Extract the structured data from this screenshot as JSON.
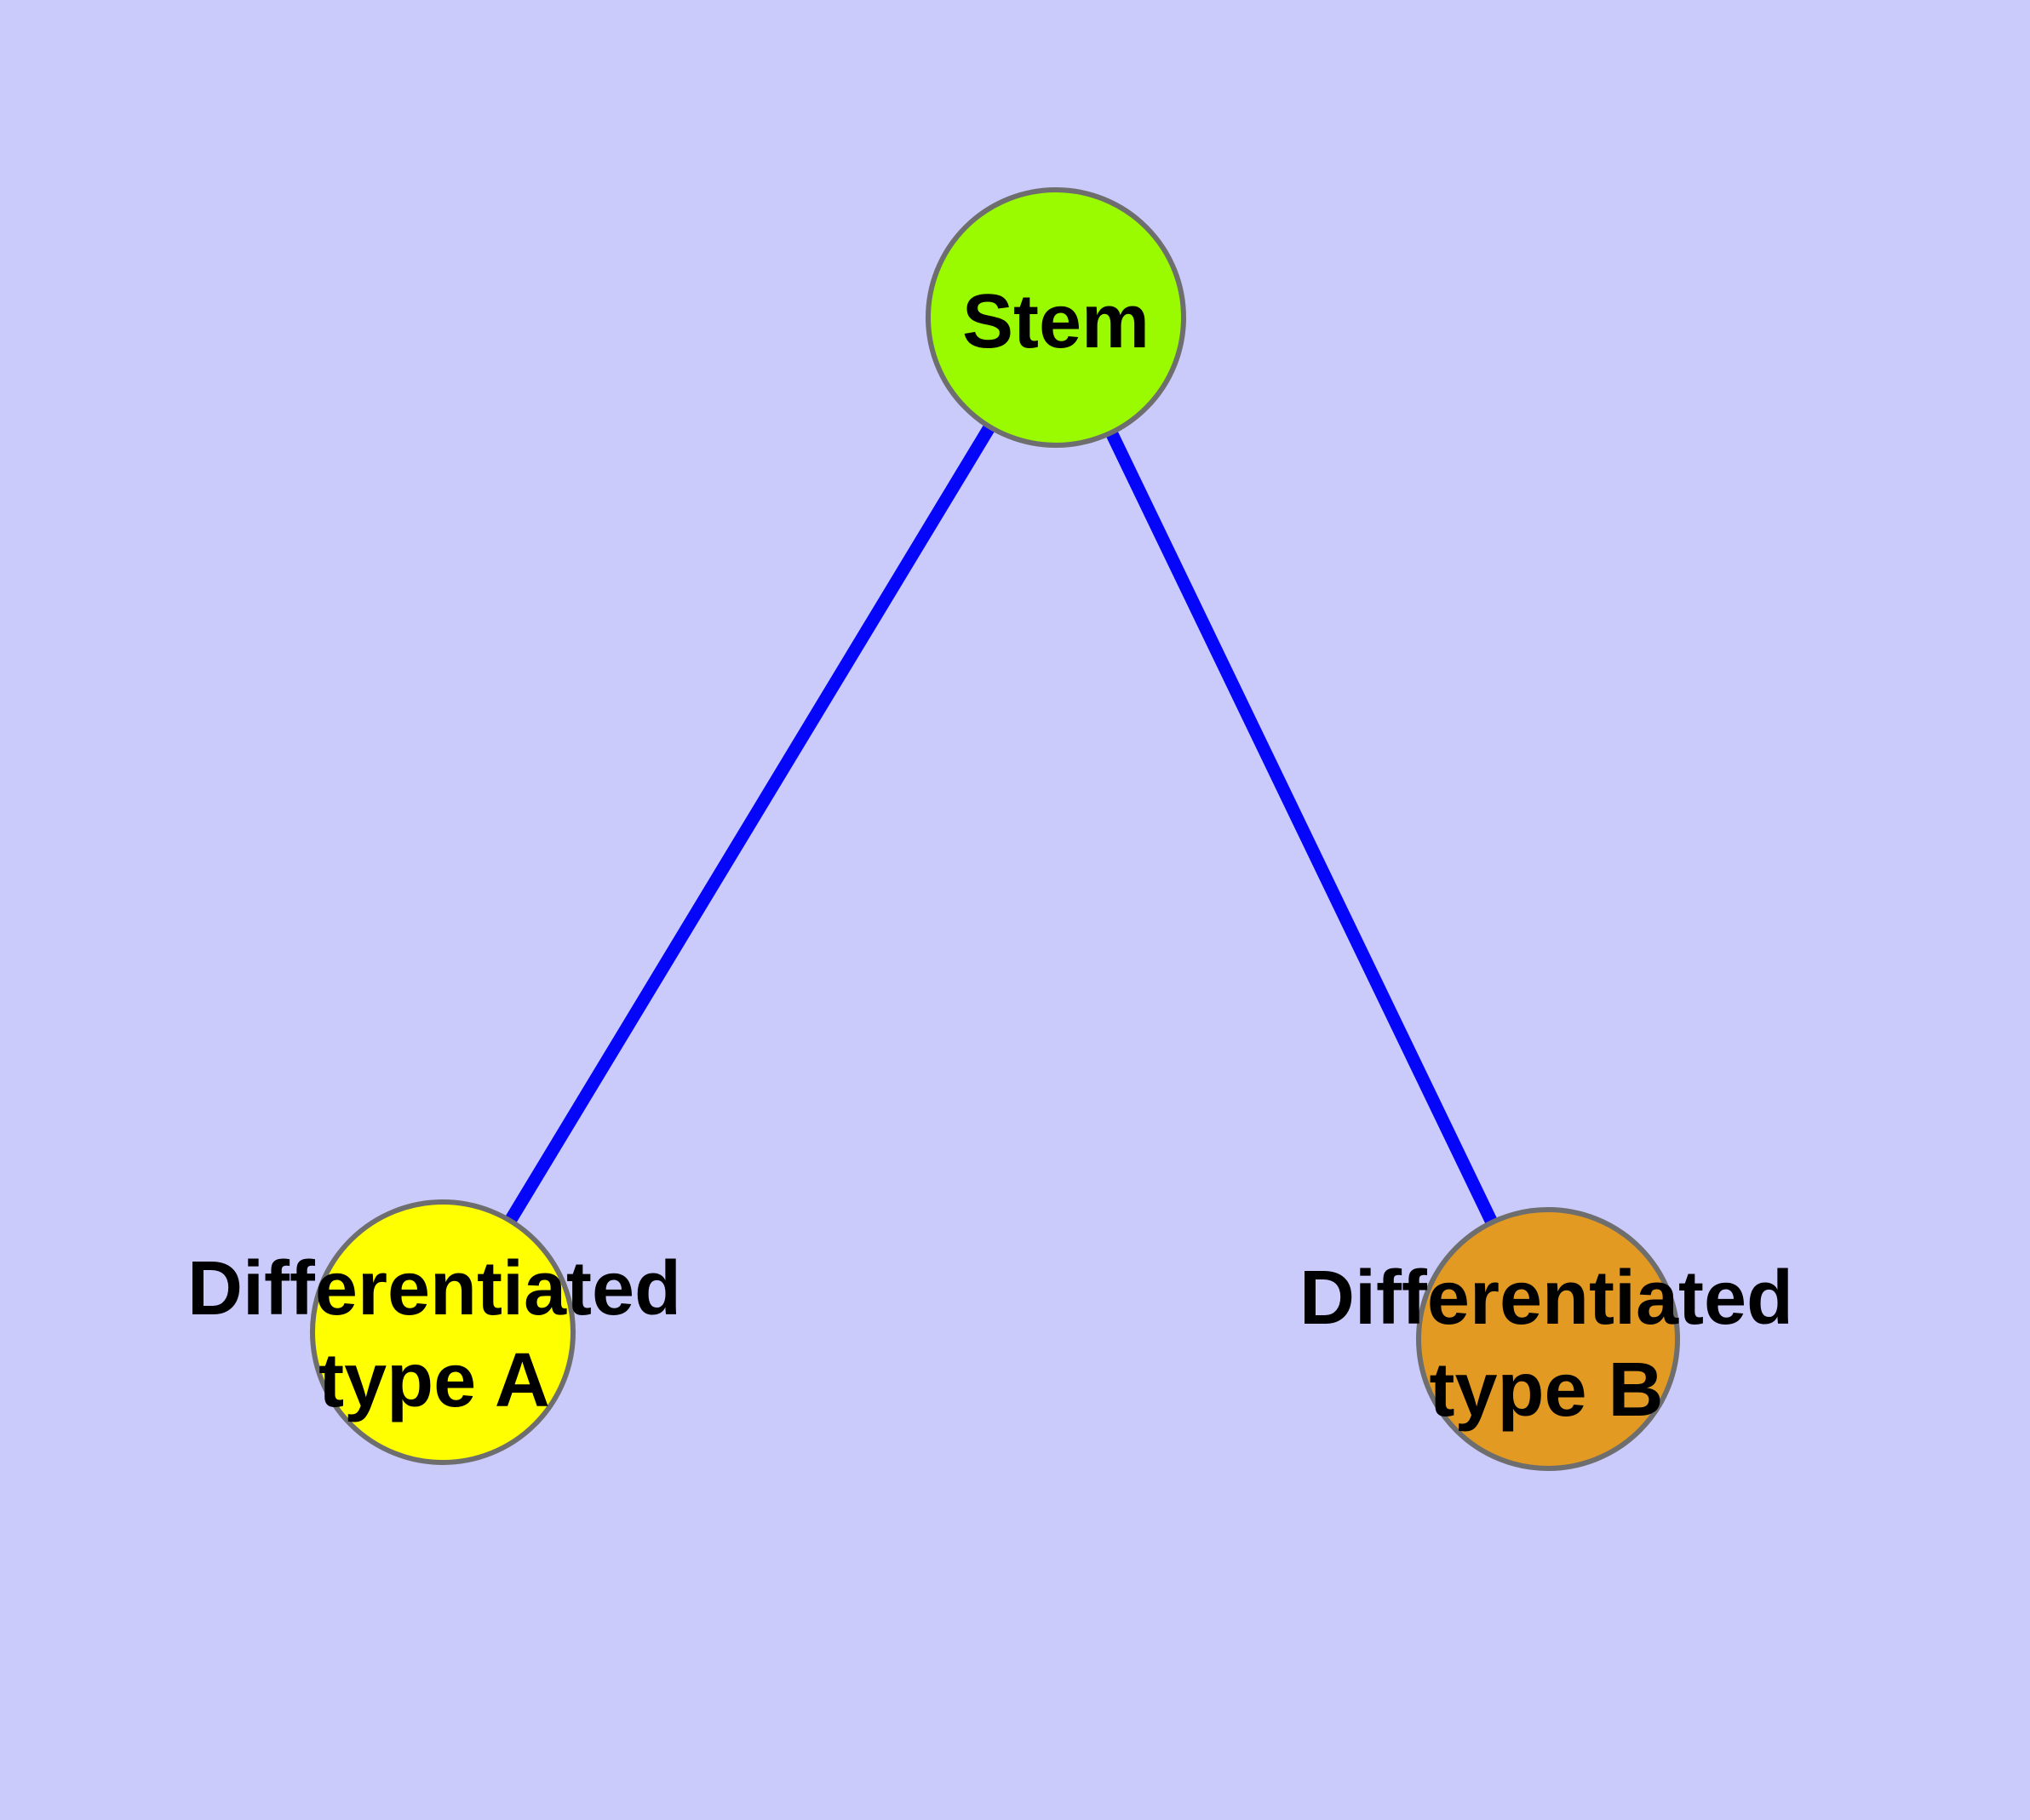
{
  "canvas": {
    "background_color": "#CACBFB",
    "node_border_color": "#6E6E6E",
    "label_color": "#000000"
  },
  "edges": {
    "color": "#0505FA",
    "list": [
      {
        "from": "Stem",
        "to": "Differentiated type A"
      },
      {
        "from": "Stem",
        "to": "Differentiated type B"
      }
    ]
  },
  "nodes": [
    {
      "id": "stem",
      "label": "Stem",
      "fill_color": "#9AFA00"
    },
    {
      "id": "differentiated-type-a",
      "label": "Differentiated type A",
      "label_lines": [
        "Differentiated",
        "type A"
      ],
      "fill_color": "#FFFF00"
    },
    {
      "id": "differentiated-type-b",
      "label": "Differentiated type B",
      "label_lines": [
        "Differentiated",
        "type B"
      ],
      "fill_color": "#E39A23"
    }
  ]
}
